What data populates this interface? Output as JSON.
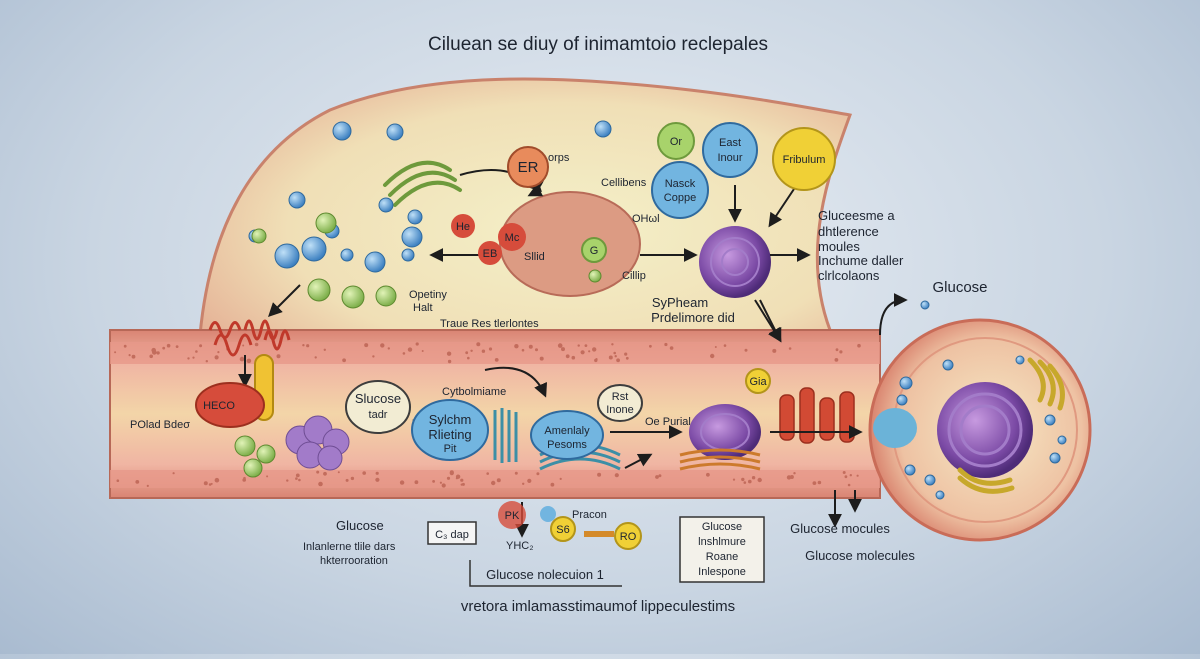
{
  "title": "Ciluean se diuy of inimamtoio reclepales",
  "caption": "vretora imlamasstimaumof lippeculestims",
  "cell_labels": {
    "er": "ER",
    "er_side": "orps",
    "cellibens": "Cellibens",
    "he": "He",
    "eb": "EB",
    "mc": "Mc",
    "sllid": "Sllid",
    "g_circle": "G",
    "ciliip": "Cillip",
    "ohcl": "OHωl",
    "o_circle": "Or",
    "east_inour": [
      "East",
      "Inour"
    ],
    "nasck_coppe": [
      "Nasck",
      "Coppe"
    ],
    "fribulum": "Fribulum",
    "glucose_text": [
      "Gluceesme a",
      "dhtlerence",
      "moules",
      "Inchume daller",
      "clrlcolaons"
    ],
    "opetiny_halt": [
      "Opetiny",
      "Halt"
    ],
    "syphram": [
      "SyPheam",
      "Prdelimore did"
    ],
    "trabe_res": "Traue Res tlerlontes",
    "glucose_right": "Glucose"
  },
  "vessel_labels": {
    "heco": "HECO",
    "poind_bdeg": "POlad Bdeσ",
    "slucose_tadr": [
      "Slucose",
      "tadr"
    ],
    "cytholime": "Cytbolmiame",
    "sylchm": [
      "Sylchm",
      "Rlieting",
      "Pit"
    ],
    "amensaly": [
      "Amenlaly",
      "Pesoms"
    ],
    "rst_inone": [
      "Rst",
      "Inone"
    ],
    "oe_purial": "Oe Purial",
    "gia": "Gia"
  },
  "bottom_labels": {
    "glucose_left": "Glucose",
    "inlanlerne": [
      "Inlanlerne tlile dars",
      "hkterrooration"
    ],
    "c_dap": "C₃ dap",
    "pk": "PK",
    "yhc2": "YHC₂",
    "pracon": "Pracon",
    "s6": "S6",
    "ro": "RO",
    "glucose_box": [
      "Glucose",
      "lnshlmure",
      "Roane",
      "Inlespone"
    ],
    "glucose_molecule_1": "Glucose nolecuion 1",
    "glucose_mocules": "Glucose mocules",
    "glucose_molecules": "Glucose molecules"
  },
  "colors": {
    "cell_body": "#e8b69a",
    "cytoplasm": "#f2e8b8",
    "vessel": "#e79a86",
    "nucleus": "#7b4aa5",
    "blue_vesicle": "#5b9ad1",
    "green_vesicle": "#9cc96b"
  }
}
